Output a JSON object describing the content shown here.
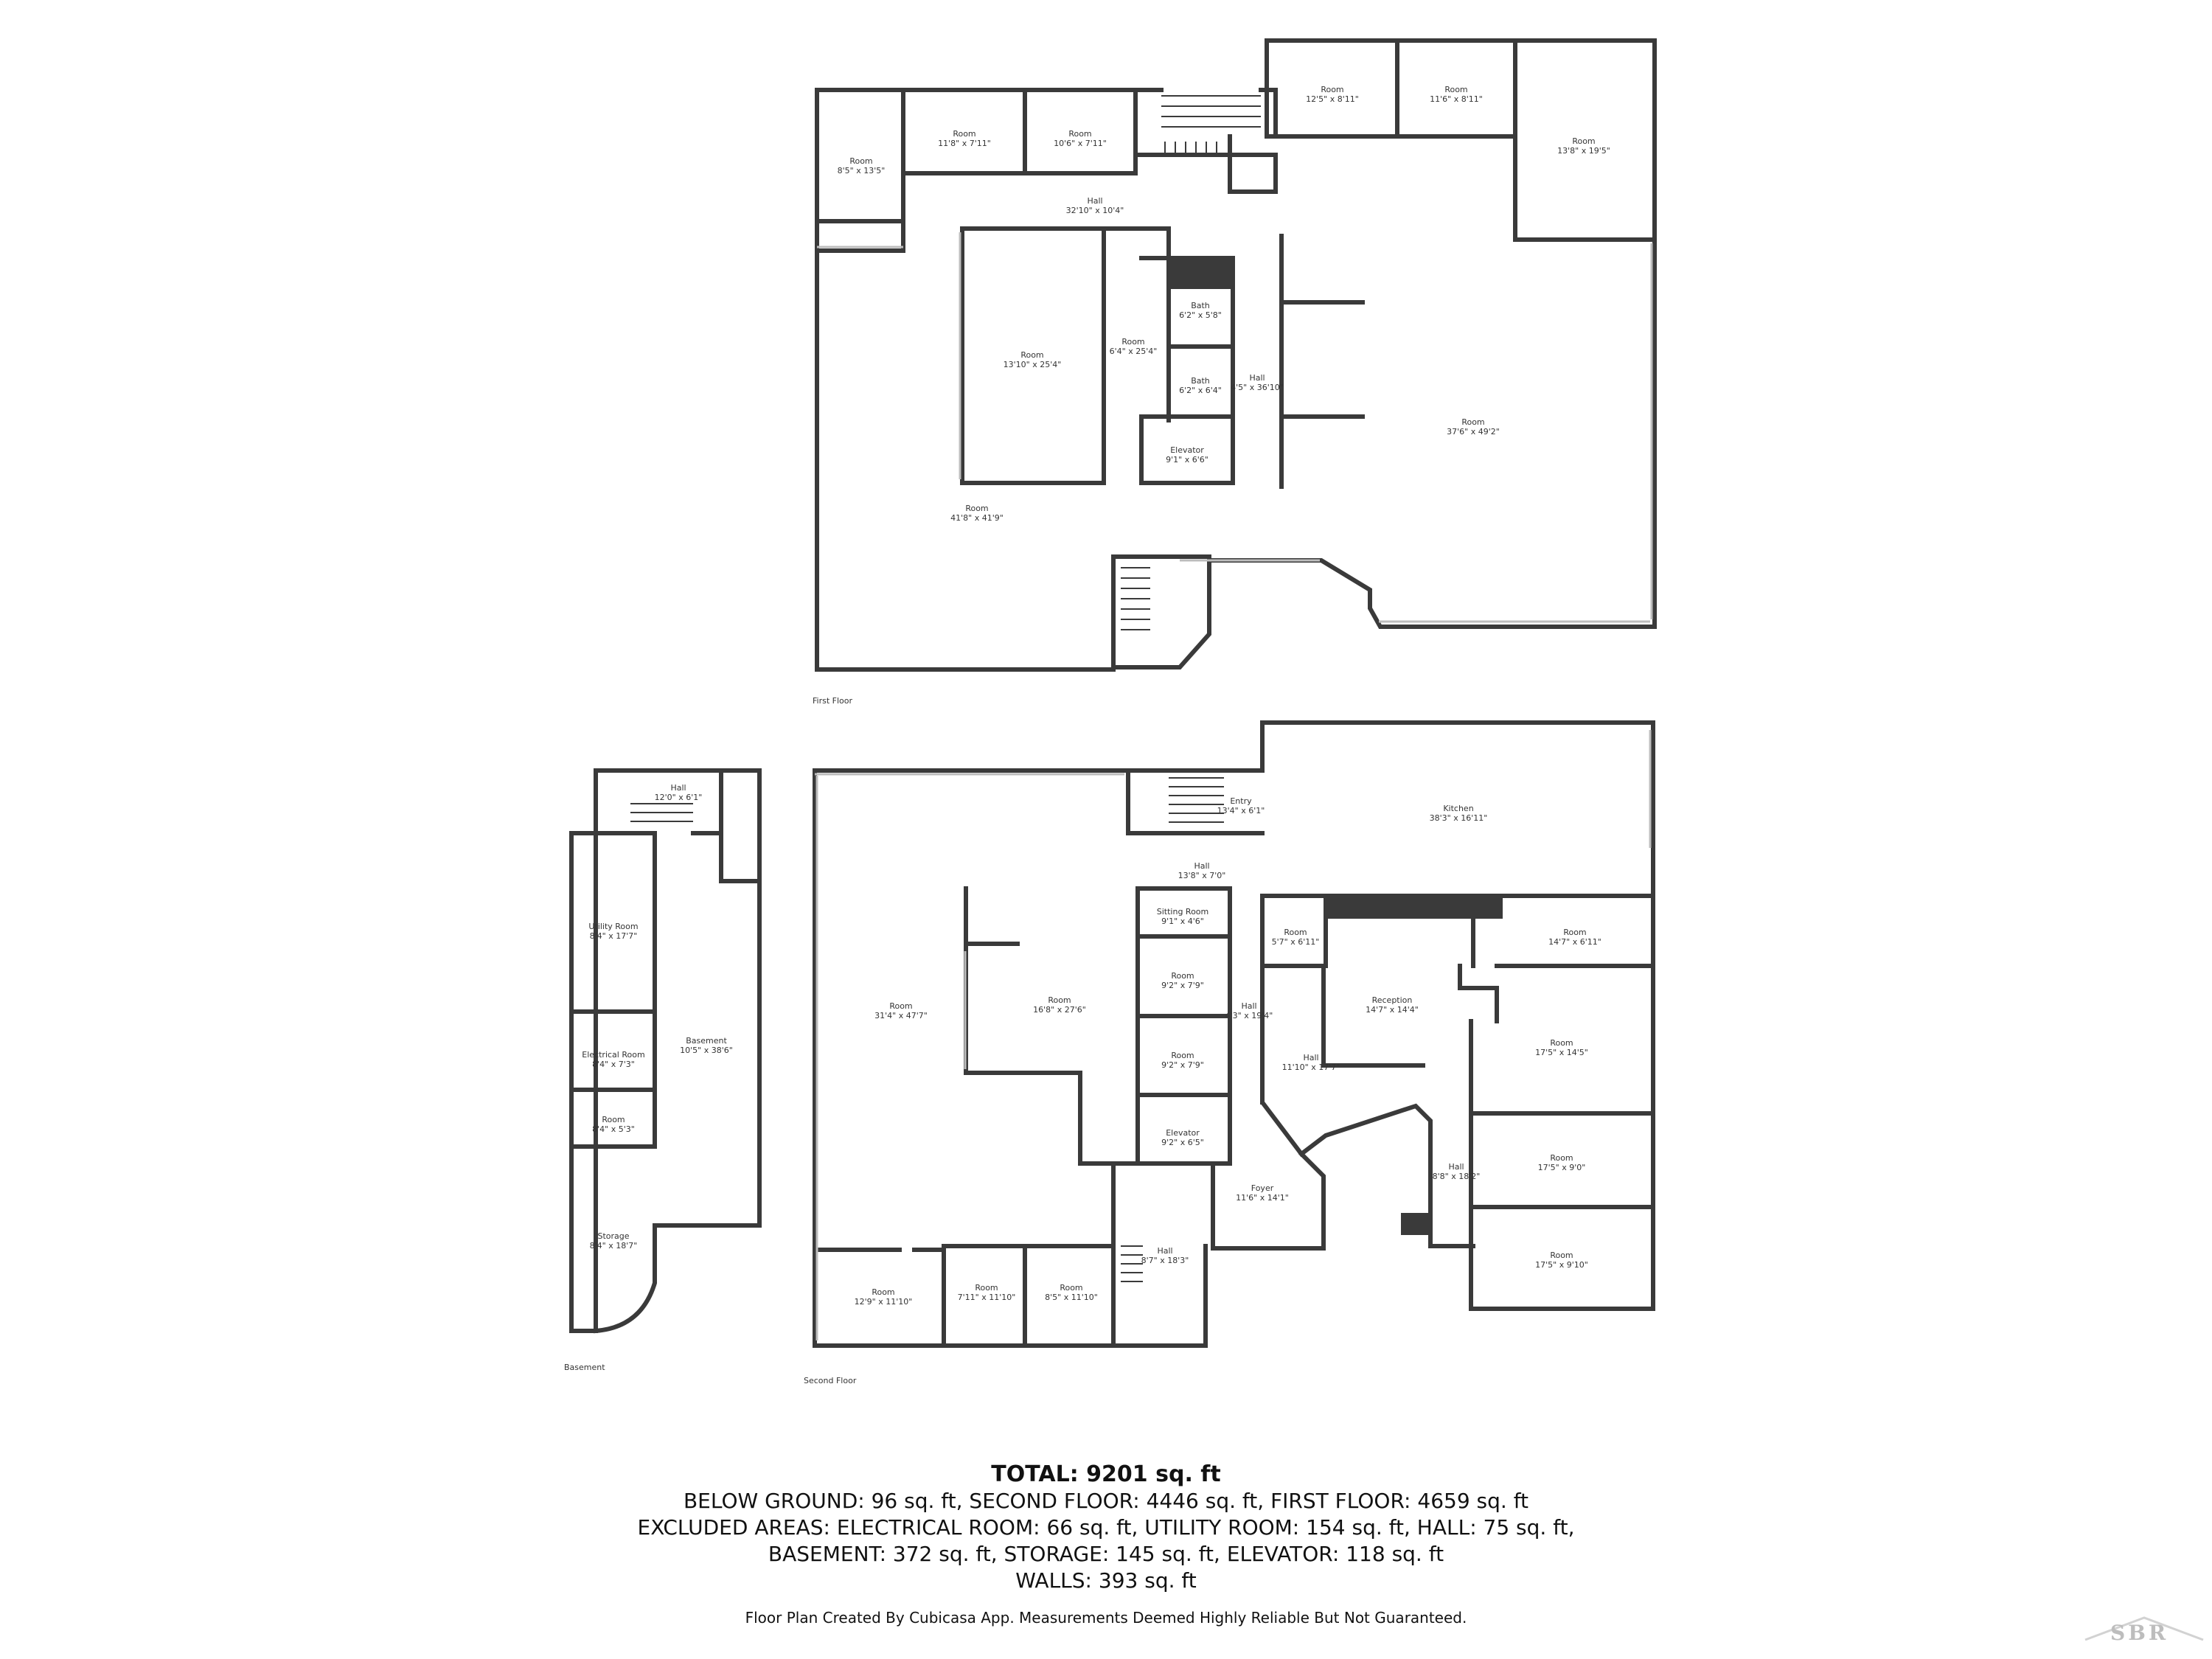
{
  "floors": [
    {
      "id": "first-floor",
      "label": "First Floor",
      "rooms": [
        {
          "name": "Room",
          "dims": "8'5\" x 13'5\""
        },
        {
          "name": "Room",
          "dims": "11'8\" x 7'11\""
        },
        {
          "name": "Room",
          "dims": "10'6\" x 7'11\""
        },
        {
          "name": "Room",
          "dims": "12'5\" x 8'11\""
        },
        {
          "name": "Room",
          "dims": "11'6\" x 8'11\""
        },
        {
          "name": "Room",
          "dims": "13'8\" x 19'5\""
        },
        {
          "name": "Hall",
          "dims": "32'10\" x 10'4\""
        },
        {
          "name": "Room",
          "dims": "13'10\" x 25'4\""
        },
        {
          "name": "Room",
          "dims": "6'4\" x 25'4\""
        },
        {
          "name": "Bath",
          "dims": "6'2\" x 5'8\""
        },
        {
          "name": "Bath",
          "dims": "6'2\" x 6'4\""
        },
        {
          "name": "Hall",
          "dims": "4'5\" x 36'10\""
        },
        {
          "name": "Elevator",
          "dims": "9'1\" x 6'6\""
        },
        {
          "name": "Room",
          "dims": "37'6\" x 49'2\""
        },
        {
          "name": "Room",
          "dims": "41'8\" x 41'9\""
        }
      ]
    },
    {
      "id": "basement",
      "label": "Basement",
      "rooms": [
        {
          "name": "Hall",
          "dims": "12'0\" x 6'1\""
        },
        {
          "name": "Utility Room",
          "dims": "8'4\" x 17'7\""
        },
        {
          "name": "Basement",
          "dims": "10'5\" x 38'6\""
        },
        {
          "name": "Electrical Room",
          "dims": "8'4\" x 7'3\""
        },
        {
          "name": "Room",
          "dims": "8'4\" x 5'3\""
        },
        {
          "name": "Storage",
          "dims": "8'4\" x 18'7\""
        }
      ]
    },
    {
      "id": "second-floor",
      "label": "Second Floor",
      "rooms": [
        {
          "name": "Entry",
          "dims": "13'4\" x 6'1\""
        },
        {
          "name": "Kitchen",
          "dims": "38'3\" x 16'11\""
        },
        {
          "name": "Hall",
          "dims": "13'8\" x 7'0\""
        },
        {
          "name": "Room",
          "dims": "31'4\" x 47'7\""
        },
        {
          "name": "Room",
          "dims": "16'8\" x 27'6\""
        },
        {
          "name": "Sitting Room",
          "dims": "9'1\" x 4'6\""
        },
        {
          "name": "Room",
          "dims": "9'2\" x 7'9\""
        },
        {
          "name": "Room",
          "dims": "9'2\" x 7'9\""
        },
        {
          "name": "Elevator",
          "dims": "9'2\" x 6'5\""
        },
        {
          "name": "Hall",
          "dims": "4'3\" x 19'4\""
        },
        {
          "name": "Room",
          "dims": "5'7\" x 6'11\""
        },
        {
          "name": "Reception",
          "dims": "14'7\" x 14'4\""
        },
        {
          "name": "Room",
          "dims": "14'7\" x 6'11\""
        },
        {
          "name": "Hall",
          "dims": "11'10\" x 17'7\""
        },
        {
          "name": "Room",
          "dims": "17'5\" x 14'5\""
        },
        {
          "name": "Foyer",
          "dims": "11'6\" x 14'1\""
        },
        {
          "name": "Hall",
          "dims": "8'8\" x 18'2\""
        },
        {
          "name": "Room",
          "dims": "17'5\" x 9'0\""
        },
        {
          "name": "Room",
          "dims": "17'5\" x 9'10\""
        },
        {
          "name": "Hall",
          "dims": "8'7\" x 18'3\""
        },
        {
          "name": "Room",
          "dims": "12'9\" x 11'10\""
        },
        {
          "name": "Room",
          "dims": "7'11\" x 11'10\""
        },
        {
          "name": "Room",
          "dims": "8'5\" x 11'10\""
        }
      ]
    }
  ],
  "summary": {
    "total": "TOTAL: 9201 sq. ft",
    "lines": [
      "BELOW GROUND: 96 sq. ft, SECOND FLOOR: 4446 sq. ft, FIRST FLOOR: 4659 sq. ft",
      "EXCLUDED AREAS: ELECTRICAL ROOM: 66 sq. ft, UTILITY ROOM: 154 sq. ft, HALL: 75 sq. ft,",
      "BASEMENT: 372 sq. ft, STORAGE: 145 sq. ft, ELEVATOR: 118 sq. ft",
      "WALLS: 393 sq. ft"
    ]
  },
  "disclaimer": "Floor Plan Created By Cubicasa App. Measurements Deemed Highly Reliable But Not Guaranteed.",
  "watermark": "SBR",
  "colors": {
    "wall": "#3a3a3a",
    "window": "#bdbdbd",
    "text": "#111111",
    "watermark": "#bdbdbd"
  }
}
